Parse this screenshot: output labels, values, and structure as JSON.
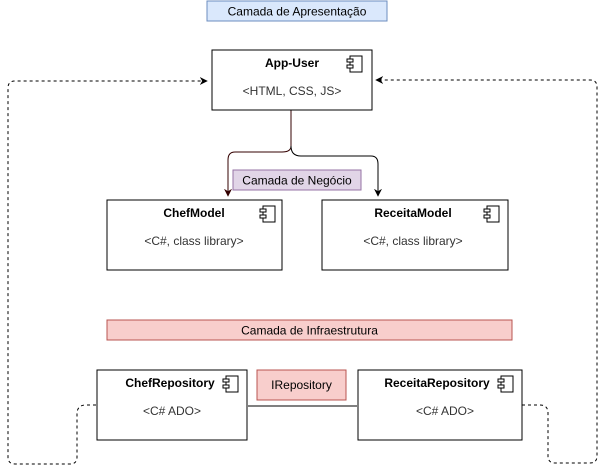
{
  "layers": {
    "presentation": {
      "label": "Camada de Apresentação",
      "fill": "#dae8fc",
      "stroke": "#6c8ebf"
    },
    "business": {
      "label": "Camada de Negócio",
      "fill": "#e1d5e7",
      "stroke": "#9673a6"
    },
    "infrastructure": {
      "label": "Camada de Infraestrutura",
      "fill": "#f8cecc",
      "stroke": "#b85450"
    }
  },
  "components": {
    "app_user": {
      "title": "App-User",
      "subtitle": "<HTML, CSS, JS>"
    },
    "chef_model": {
      "title": "ChefModel",
      "subtitle": "<C#, class library>"
    },
    "receita_model": {
      "title": "ReceitaModel",
      "subtitle": "<C#, class library>"
    },
    "chef_repository": {
      "title": "ChefRepository",
      "subtitle": "<C# ADO>"
    },
    "receita_repository": {
      "title": "ReceitaRepository",
      "subtitle": "<C# ADO>"
    }
  },
  "interface": {
    "label": "IRepository",
    "fill": "#f8cecc",
    "stroke": "#b85450"
  },
  "icons": {
    "component": "component-icon"
  },
  "colors": {
    "arrow_dark": "#330000",
    "line": "#000000"
  }
}
